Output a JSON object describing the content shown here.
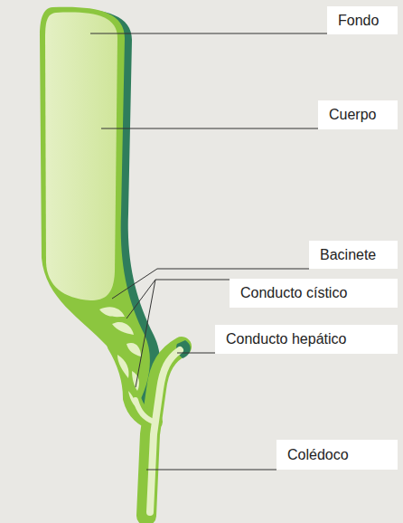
{
  "diagram": {
    "nodes": [
      {
        "text": [
          "Fondo"
        ]
      },
      {
        "text": [
          "Cuerpo"
        ]
      },
      {
        "text": [
          "Bacinete"
        ]
      },
      {
        "text": [
          "Conducto cístico"
        ]
      },
      {
        "text": [
          "Conducto hepático"
        ]
      },
      {
        "text": [
          "Colédoco"
        ]
      }
    ]
  }
}
